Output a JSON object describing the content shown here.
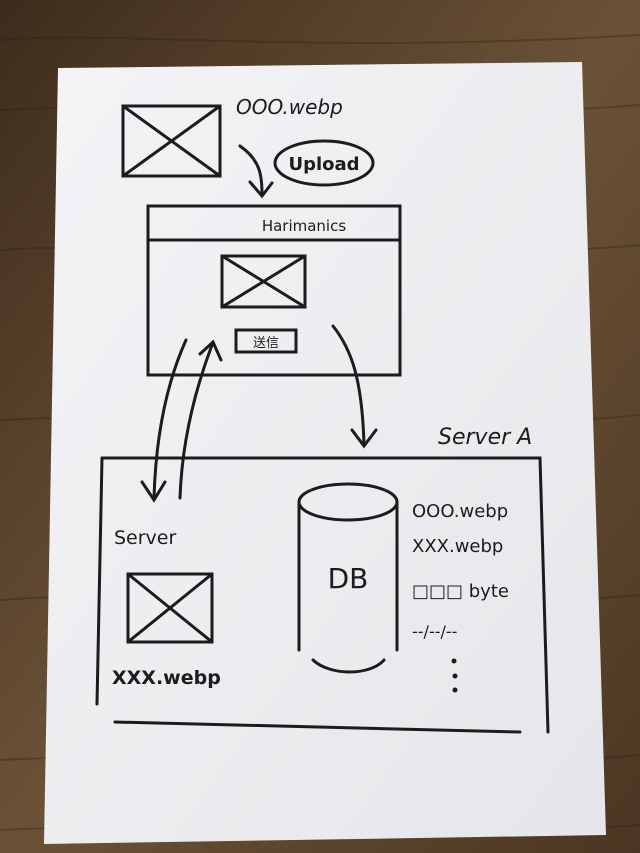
{
  "colors": {
    "wood_dark": "#3a2a1b",
    "wood_mid": "#6e5538",
    "wood_light": "#8c6f4a",
    "paper": "#f3f3f5",
    "ink": "#1c1c1e"
  },
  "top": {
    "filename": "OOO.webp",
    "upload_label": "Upload"
  },
  "window": {
    "title": "Harimanics",
    "button_label": "送信"
  },
  "server_a": {
    "label": "Server A"
  },
  "server": {
    "label": "Server",
    "filename": "XXX.webp"
  },
  "db": {
    "label": "DB",
    "entries": [
      "OOO.webp",
      "XXX.webp",
      "□□□ byte",
      "--/--/--"
    ]
  }
}
